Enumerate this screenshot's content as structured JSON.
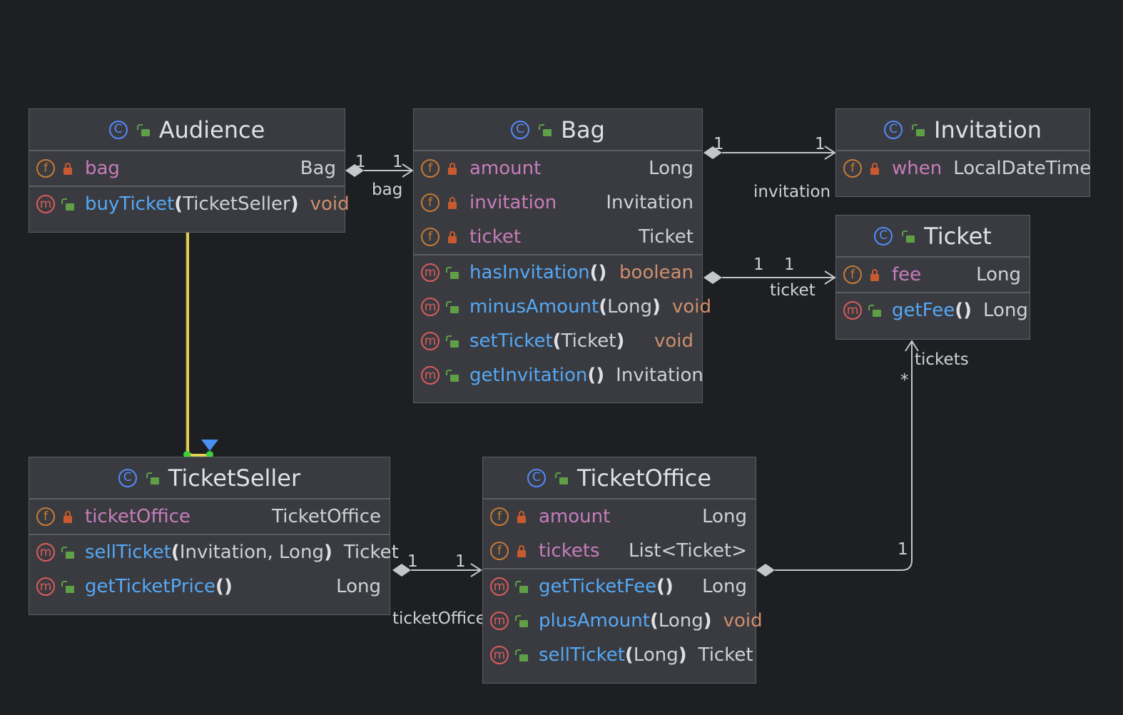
{
  "classes": {
    "audience": {
      "name": "Audience",
      "fields": [
        {
          "name": "bag",
          "type": "Bag"
        }
      ],
      "methods": [
        {
          "name": "buyTicket",
          "params": "TicketSeller",
          "ret": "void"
        }
      ]
    },
    "bag": {
      "name": "Bag",
      "fields": [
        {
          "name": "amount",
          "type": "Long"
        },
        {
          "name": "invitation",
          "type": "Invitation"
        },
        {
          "name": "ticket",
          "type": "Ticket"
        }
      ],
      "methods": [
        {
          "name": "hasInvitation",
          "params": "",
          "ret": "boolean"
        },
        {
          "name": "minusAmount",
          "params": "Long",
          "ret": "void"
        },
        {
          "name": "setTicket",
          "params": "Ticket",
          "ret": "void"
        },
        {
          "name": "getInvitation",
          "params": "",
          "ret": "Invitation"
        }
      ]
    },
    "invitation": {
      "name": "Invitation",
      "fields": [
        {
          "name": "when",
          "type": "LocalDateTime"
        }
      ]
    },
    "ticket": {
      "name": "Ticket",
      "fields": [
        {
          "name": "fee",
          "type": "Long"
        }
      ],
      "methods": [
        {
          "name": "getFee",
          "params": "",
          "ret": "Long"
        }
      ]
    },
    "ticketseller": {
      "name": "TicketSeller",
      "fields": [
        {
          "name": "ticketOffice",
          "type": "TicketOffice"
        }
      ],
      "methods": [
        {
          "name": "sellTicket",
          "params": "Invitation, Long",
          "ret": "Ticket"
        },
        {
          "name": "getTicketPrice",
          "params": "",
          "ret": "Long"
        }
      ]
    },
    "ticketoffice": {
      "name": "TicketOffice",
      "fields": [
        {
          "name": "amount",
          "type": "Long"
        },
        {
          "name": "tickets",
          "type": "List<Ticket>"
        }
      ],
      "methods": [
        {
          "name": "getTicketFee",
          "params": "",
          "ret": "Long"
        },
        {
          "name": "plusAmount",
          "params": "Long",
          "ret": "void"
        },
        {
          "name": "sellTicket",
          "params": "Long",
          "ret": "Ticket"
        }
      ]
    }
  },
  "relations": [
    {
      "from": "Audience",
      "to": "Bag",
      "role": "bag",
      "src_mult": "1",
      "dst_mult": "1"
    },
    {
      "from": "Bag",
      "to": "Invitation",
      "role": "invitation",
      "src_mult": "1",
      "dst_mult": "1"
    },
    {
      "from": "Bag",
      "to": "Ticket",
      "role": "ticket",
      "src_mult": "1",
      "dst_mult": "1"
    },
    {
      "from": "TicketSeller",
      "to": "TicketOffice",
      "role": "ticketOffice",
      "src_mult": "1",
      "dst_mult": "1"
    },
    {
      "from": "TicketOffice",
      "to": "Ticket",
      "role": "tickets",
      "src_mult": "1",
      "dst_mult": "*"
    }
  ],
  "icons": {
    "class": "C",
    "field": "f",
    "method": "m"
  },
  "colors": {
    "background": "#1e1f22",
    "node": "#393b40",
    "field_name": "#c77dbb",
    "method_name": "#56a8f5",
    "keyword": "#cf8e6d",
    "highlight_edge": "#e8d44d"
  }
}
